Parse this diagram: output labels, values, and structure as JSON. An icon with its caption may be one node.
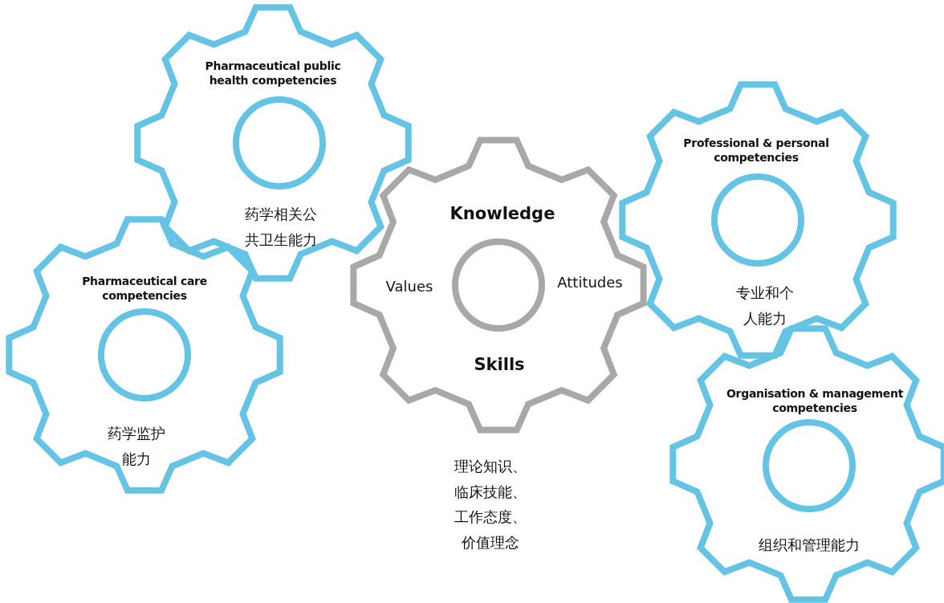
{
  "diagram": {
    "nodes": [
      {
        "text": [
          "Pharmaceutical public health competencies",
          "药学相关公共卫生能力"
        ]
      },
      {
        "text": [
          "Pharmaceutical care competencies",
          "药学监护能力"
        ]
      },
      {
        "text": [
          "Knowledge",
          "Values",
          "Attitudes",
          "Skills"
        ],
        "beside": [
          "理论知识、临床技能、工作态度、价值理念"
        ]
      },
      {
        "text": [
          "Professional & personal competencies",
          "专业和个人能力"
        ]
      },
      {
        "text": [
          "Organisation & management competencies",
          "组织和管理能力"
        ]
      }
    ]
  }
}
